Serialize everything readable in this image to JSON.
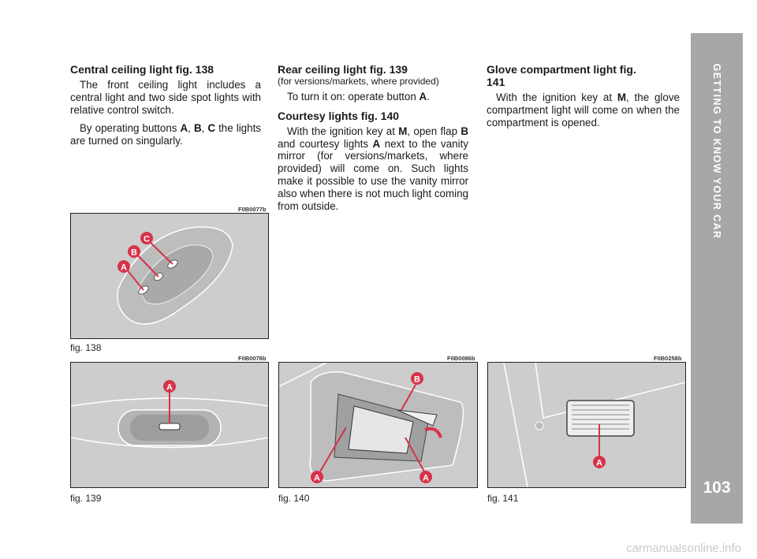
{
  "sidebar": {
    "title": "GETTING TO KNOW YOUR CAR",
    "page_number": "103"
  },
  "col1": {
    "heading": "Central ceiling light fig. 138",
    "p1": "The front ceiling light includes a central light and two side spot lights with relative control switch.",
    "p2_a": "By operating buttons ",
    "p2_A": "A",
    "p2_sep1": ", ",
    "p2_B": "B",
    "p2_sep2": ", ",
    "p2_C": "C",
    "p2_b": " the lights are turned on singularly."
  },
  "col2": {
    "heading1": "Rear ceiling light fig. 139",
    "sub1": "(for versions/markets, where provided)",
    "p1_a": "To turn it on: operate button ",
    "p1_A": "A",
    "p1_b": ".",
    "heading2": "Courtesy lights fig. 140",
    "p2_a": "With the ignition key at ",
    "p2_M": "M",
    "p2_b": ", open flap ",
    "p2_B": "B",
    "p2_c": " and courtesy lights ",
    "p2_A": "A",
    "p2_d": " next to the vanity mirror (for versions/markets, where provided) will come on. Such lights make it possible to use the vanity mirror also when there is not much light coming from outside."
  },
  "col3": {
    "heading": "Glove compartment light fig. 141",
    "p1_a": "With the ignition key at ",
    "p1_M": "M",
    "p1_b": ", the glove compartment light will come on when the compartment is opened."
  },
  "figures": {
    "fig138": {
      "code": "F0B0077b",
      "caption": "fig. 138",
      "labels": [
        "A",
        "B",
        "C"
      ]
    },
    "fig139": {
      "code": "F0B0078b",
      "caption": "fig. 139",
      "labels": [
        "A"
      ]
    },
    "fig140": {
      "code": "F0B0086b",
      "caption": "fig. 140",
      "labels": [
        "B",
        "A",
        "A"
      ]
    },
    "fig141": {
      "code": "F0B0258b",
      "caption": "fig. 141",
      "labels": [
        "A"
      ]
    }
  },
  "footer": {
    "watermark": "carmanualsonline.info"
  },
  "colors": {
    "sidebar": "#a7a7a7",
    "label_red": "#d6334a",
    "figure_bg": "#cfcfcf"
  }
}
